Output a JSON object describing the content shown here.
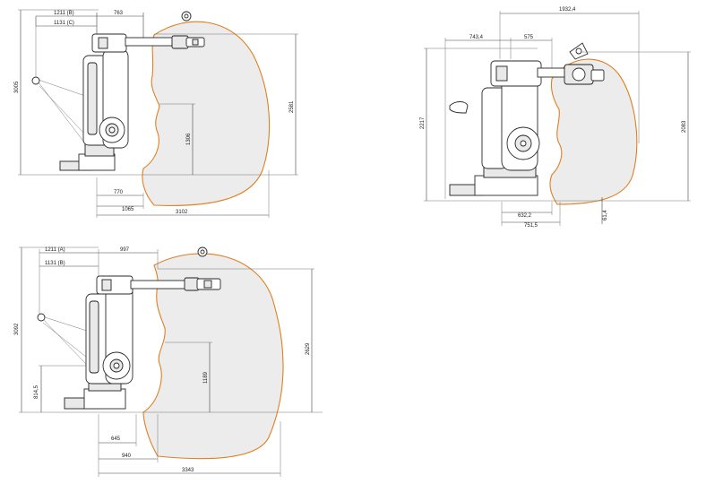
{
  "accent_color": "#e07f21",
  "views": {
    "top_left": {
      "labels": {
        "d1211": "1211 (B)",
        "d763": "763",
        "d1131": "1131 (C)",
        "d3005": "3005",
        "d2581": "2581",
        "d1306": "1306",
        "d770": "770",
        "d1065": "1065",
        "d3102": "3102"
      }
    },
    "top_right": {
      "labels": {
        "d1932": "1932,4",
        "d743": "743,4",
        "d575": "575",
        "d2217": "2217",
        "d2083": "2083",
        "d632": "632,2",
        "d751": "751,5",
        "d61": "61,4"
      }
    },
    "bottom": {
      "labels": {
        "d1211a": "1211 (A)",
        "d997": "997",
        "d1131b": "1131 (B)",
        "d3092": "3092",
        "d2629": "2629",
        "d1189": "1189",
        "d814": "814,5",
        "d645": "645",
        "d940": "940",
        "d3343": "3343"
      }
    }
  }
}
